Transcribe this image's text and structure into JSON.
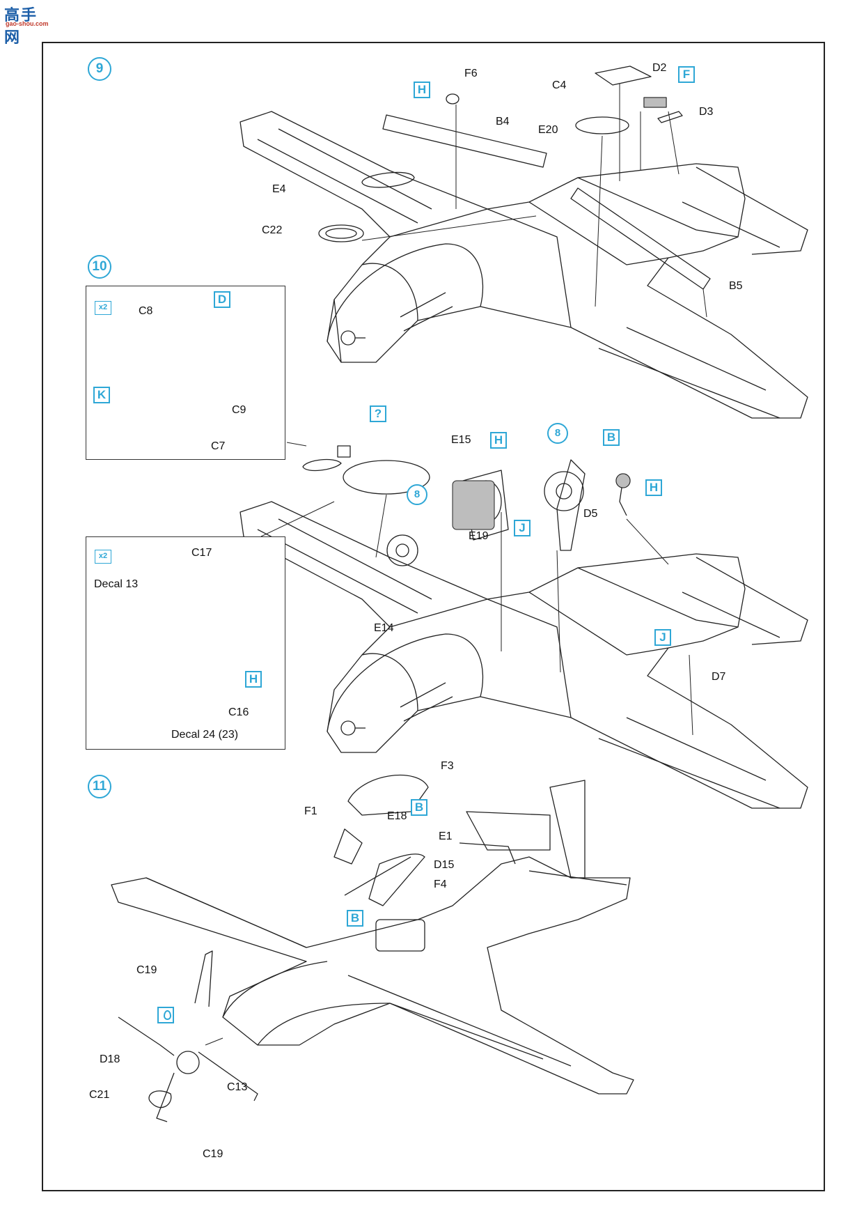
{
  "watermark": {
    "logo_text": "高手网",
    "url": "gao-shou.com"
  },
  "colors": {
    "accent": "#2ea7d6",
    "line": "#222222",
    "part_fill": "#bdbdbd"
  },
  "steps": [
    {
      "number": "9"
    },
    {
      "number": "10"
    },
    {
      "number": "11"
    }
  ],
  "step9": {
    "badges": {
      "h": "H",
      "f": "F"
    },
    "labels": {
      "f6": "F6",
      "b4": "B4",
      "c4": "C4",
      "d2": "D2",
      "d3": "D3",
      "e20": "E20",
      "e4": "E4",
      "c22": "C22",
      "b5": "B5"
    }
  },
  "step10": {
    "detail1": {
      "multiplier": "x2",
      "badges": {
        "d": "D",
        "k": "K"
      },
      "labels": {
        "c8": "C8",
        "c9": "C9",
        "c7": "C7"
      }
    },
    "detail2": {
      "multiplier": "x2",
      "badges": {
        "h": "H"
      },
      "labels": {
        "c17": "C17",
        "decal13": "Decal 13",
        "c16": "C16",
        "decal24": "Decal 24 (23)"
      }
    },
    "badges": {
      "question": "?",
      "h1": "H",
      "h2": "H",
      "j1": "J",
      "b": "B",
      "j2": "J"
    },
    "refs": {
      "ref1": "8",
      "ref2": "8"
    },
    "labels": {
      "e15": "E15",
      "e19": "E19",
      "d5": "D5",
      "e14": "E14",
      "d7": "D7"
    }
  },
  "step11": {
    "badges": {
      "b1": "B",
      "b2": "B"
    },
    "labels": {
      "f3": "F3",
      "f1": "F1",
      "e18": "E18",
      "e1": "E1",
      "d15": "D15",
      "f4": "F4",
      "c19a": "C19",
      "d18": "D18",
      "c13": "C13",
      "c21": "C21",
      "c19b": "C19"
    }
  }
}
